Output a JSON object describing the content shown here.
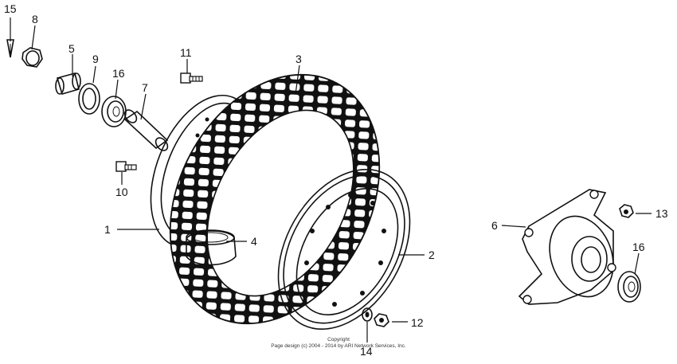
{
  "callouts": {
    "c1": "1",
    "c2": "2",
    "c3": "3",
    "c4": "4",
    "c5": "5",
    "c6": "6",
    "c7": "7",
    "c8": "8",
    "c9": "9",
    "c10": "10",
    "c11": "11",
    "c12": "12",
    "c13": "13",
    "c14": "14",
    "c15": "15",
    "c16a": "16",
    "c16b": "16"
  },
  "footer": {
    "line1": "Copyright",
    "line2": "Page design (c) 2004 - 2014 by ARI Network Services, Inc."
  }
}
